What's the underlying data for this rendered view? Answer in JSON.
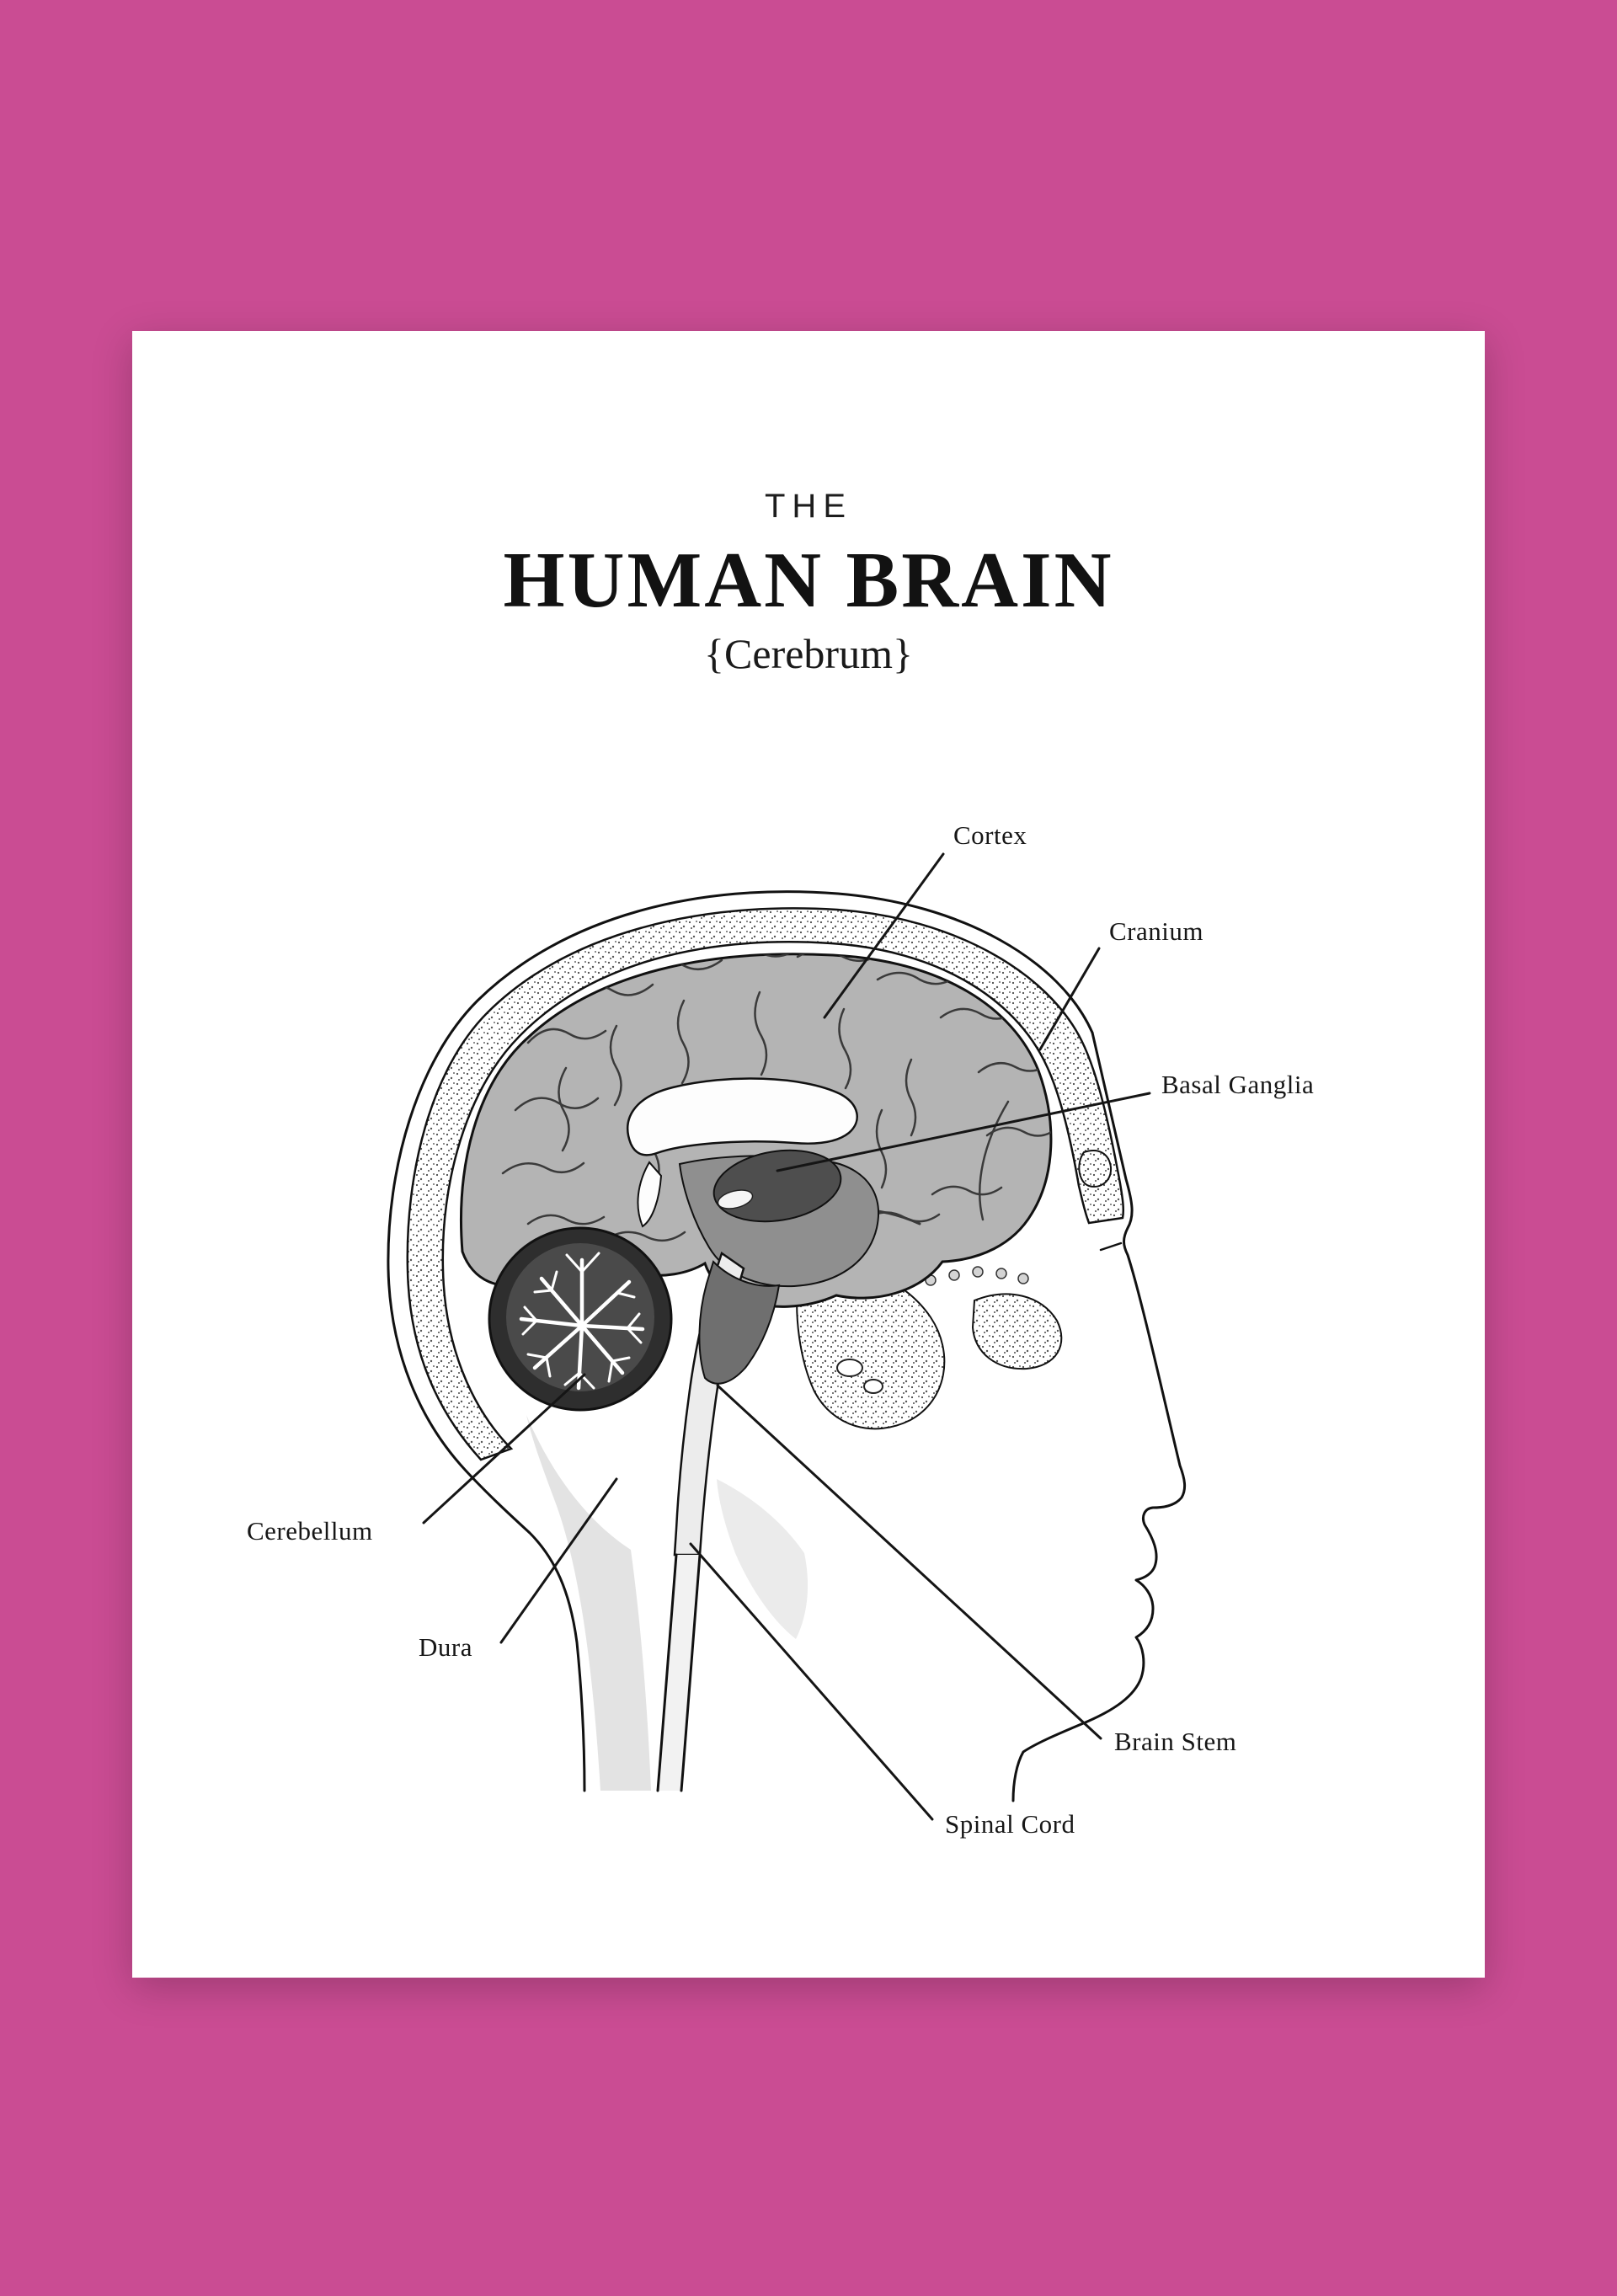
{
  "poster": {
    "pretitle": "THE",
    "title": "HUMAN BRAIN",
    "subtitle": "{Cerebrum}"
  },
  "diagram": {
    "labels": {
      "cortex": "Cortex",
      "cranium": "Cranium",
      "basal_ganglia": "Basal Ganglia",
      "cerebellum": "Cerebellum",
      "dura": "Dura",
      "brain_stem": "Brain Stem",
      "spinal_cord": "Spinal Cord"
    }
  },
  "colors": {
    "background": "#ca4c93",
    "poster": "#ffffff",
    "ink": "#141414",
    "cerebrum": "#b4b4b4",
    "thalamus": "#8f8f8f",
    "basal_ganglia": "#4e4e4e",
    "midbrain": "#6f6f6f",
    "cerebellum_outer": "#2e2e2e",
    "cerebellum_inner": "#4a4a4a",
    "brain_stem": "#ececec",
    "dura": "#e3e3e3"
  }
}
